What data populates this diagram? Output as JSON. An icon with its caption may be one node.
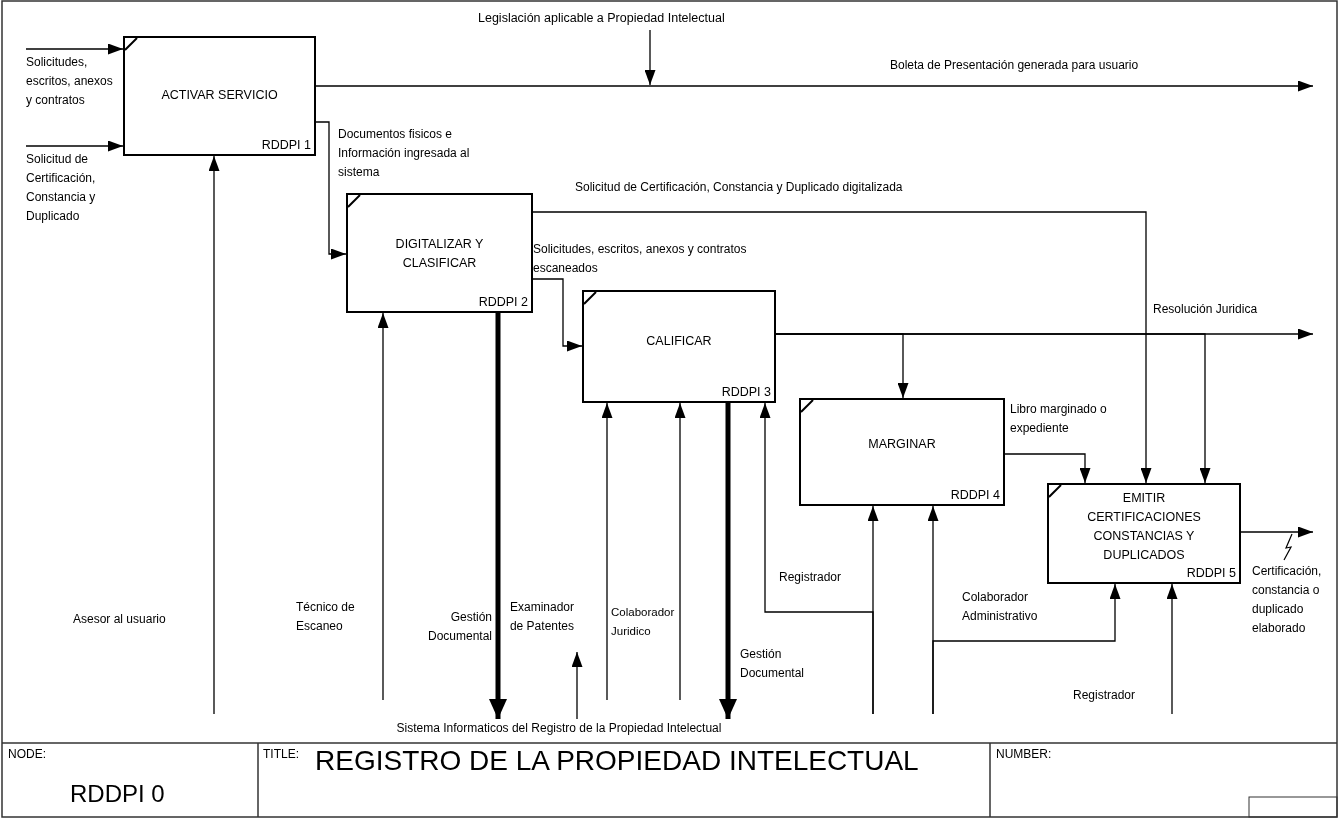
{
  "diagram": {
    "title": "REGISTRO DE LA PROPIEDAD INTELECTUAL",
    "nodes": [
      {
        "text": [
          "ACTIVAR SERVICIO",
          "RDDPI 1"
        ]
      },
      {
        "text": [
          "DIGITALIZAR Y CLASIFICAR",
          "RDDPI 2"
        ]
      },
      {
        "text": [
          "CALIFICAR",
          "RDDPI 3"
        ]
      },
      {
        "text": [
          "MARGINAR",
          "RDDPI 4"
        ]
      },
      {
        "text": [
          "EMITIR CERTIFICACIONES CONSTANCIAS Y DUPLICADOS",
          "RDDPI 5"
        ]
      },
      {
        "text": [
          "Sistema Informaticos del Registro de la Propiedad Intelectual"
        ]
      }
    ],
    "edges": [
      {
        "from": null,
        "to": 0,
        "arrow": "to",
        "label": "Solicitudes, escritos, anexos y contratos"
      },
      {
        "from": null,
        "to": 0,
        "arrow": "to",
        "label": "Solicitud de Certificación, Constancia y Duplicado"
      },
      {
        "from": null,
        "to": 0,
        "arrow": "to",
        "label": "Asesor al usuario"
      },
      {
        "from": 0,
        "to": null,
        "arrow": "to",
        "label": "Boleta de Presentación generada para usuario"
      },
      {
        "from": 0,
        "to": 1,
        "arrow": "to",
        "label": "Documentos fisicos e Información ingresada al sistema"
      },
      {
        "from": 1,
        "to": 4,
        "arrow": "to",
        "label": "Solicitud de Certificación, Constancia y Duplicado digitalizada"
      },
      {
        "from": 1,
        "to": 2,
        "arrow": "to",
        "label": "Solicitudes, escritos, anexos y contratos escaneados"
      },
      {
        "from": null,
        "to": 1,
        "arrow": "to",
        "label": "Técnico de Escaneo"
      },
      {
        "from": 1,
        "to": 5,
        "arrow": "to",
        "label": "Gestión Documental",
        "style": "thick"
      },
      {
        "from": 5,
        "to": null,
        "arrow": "to",
        "label": "Examinador de Patentes"
      },
      {
        "from": null,
        "to": 2,
        "arrow": "to",
        "label": "Colaborador Juridico"
      },
      {
        "from": null,
        "to": 2,
        "arrow": "to"
      },
      {
        "from": 2,
        "to": 5,
        "arrow": "to",
        "label": "Gestión Documental",
        "style": "thick"
      },
      {
        "from": 2,
        "to": null,
        "arrow": "to",
        "label": "Resolución Juridica"
      },
      {
        "from": 2,
        "to": 3,
        "arrow": "to"
      },
      {
        "from": 2,
        "to": 4,
        "arrow": "to"
      },
      {
        "from": null,
        "to": 3,
        "arrow": "to"
      },
      {
        "from": null,
        "to": 2,
        "arrow": "to",
        "label": "Registrador"
      },
      {
        "from": null,
        "to": 3,
        "arrow": "to"
      },
      {
        "from": null,
        "to": 4,
        "arrow": "to",
        "label": "Colaborador Administrativo"
      },
      {
        "from": 3,
        "to": 4,
        "arrow": "to",
        "label": "Libro marginado o expediente"
      },
      {
        "from": 4,
        "to": null,
        "arrow": "to",
        "label": "Certificación, constancia o duplicado elaborado"
      },
      {
        "from": null,
        "to": 4,
        "arrow": "to",
        "label": "Registrador"
      }
    ],
    "labels": [
      "Legislación aplicable a Propiedad Intelectual",
      "NODE:",
      "RDDPI 0",
      "TITLE:",
      "NUMBER:"
    ]
  }
}
